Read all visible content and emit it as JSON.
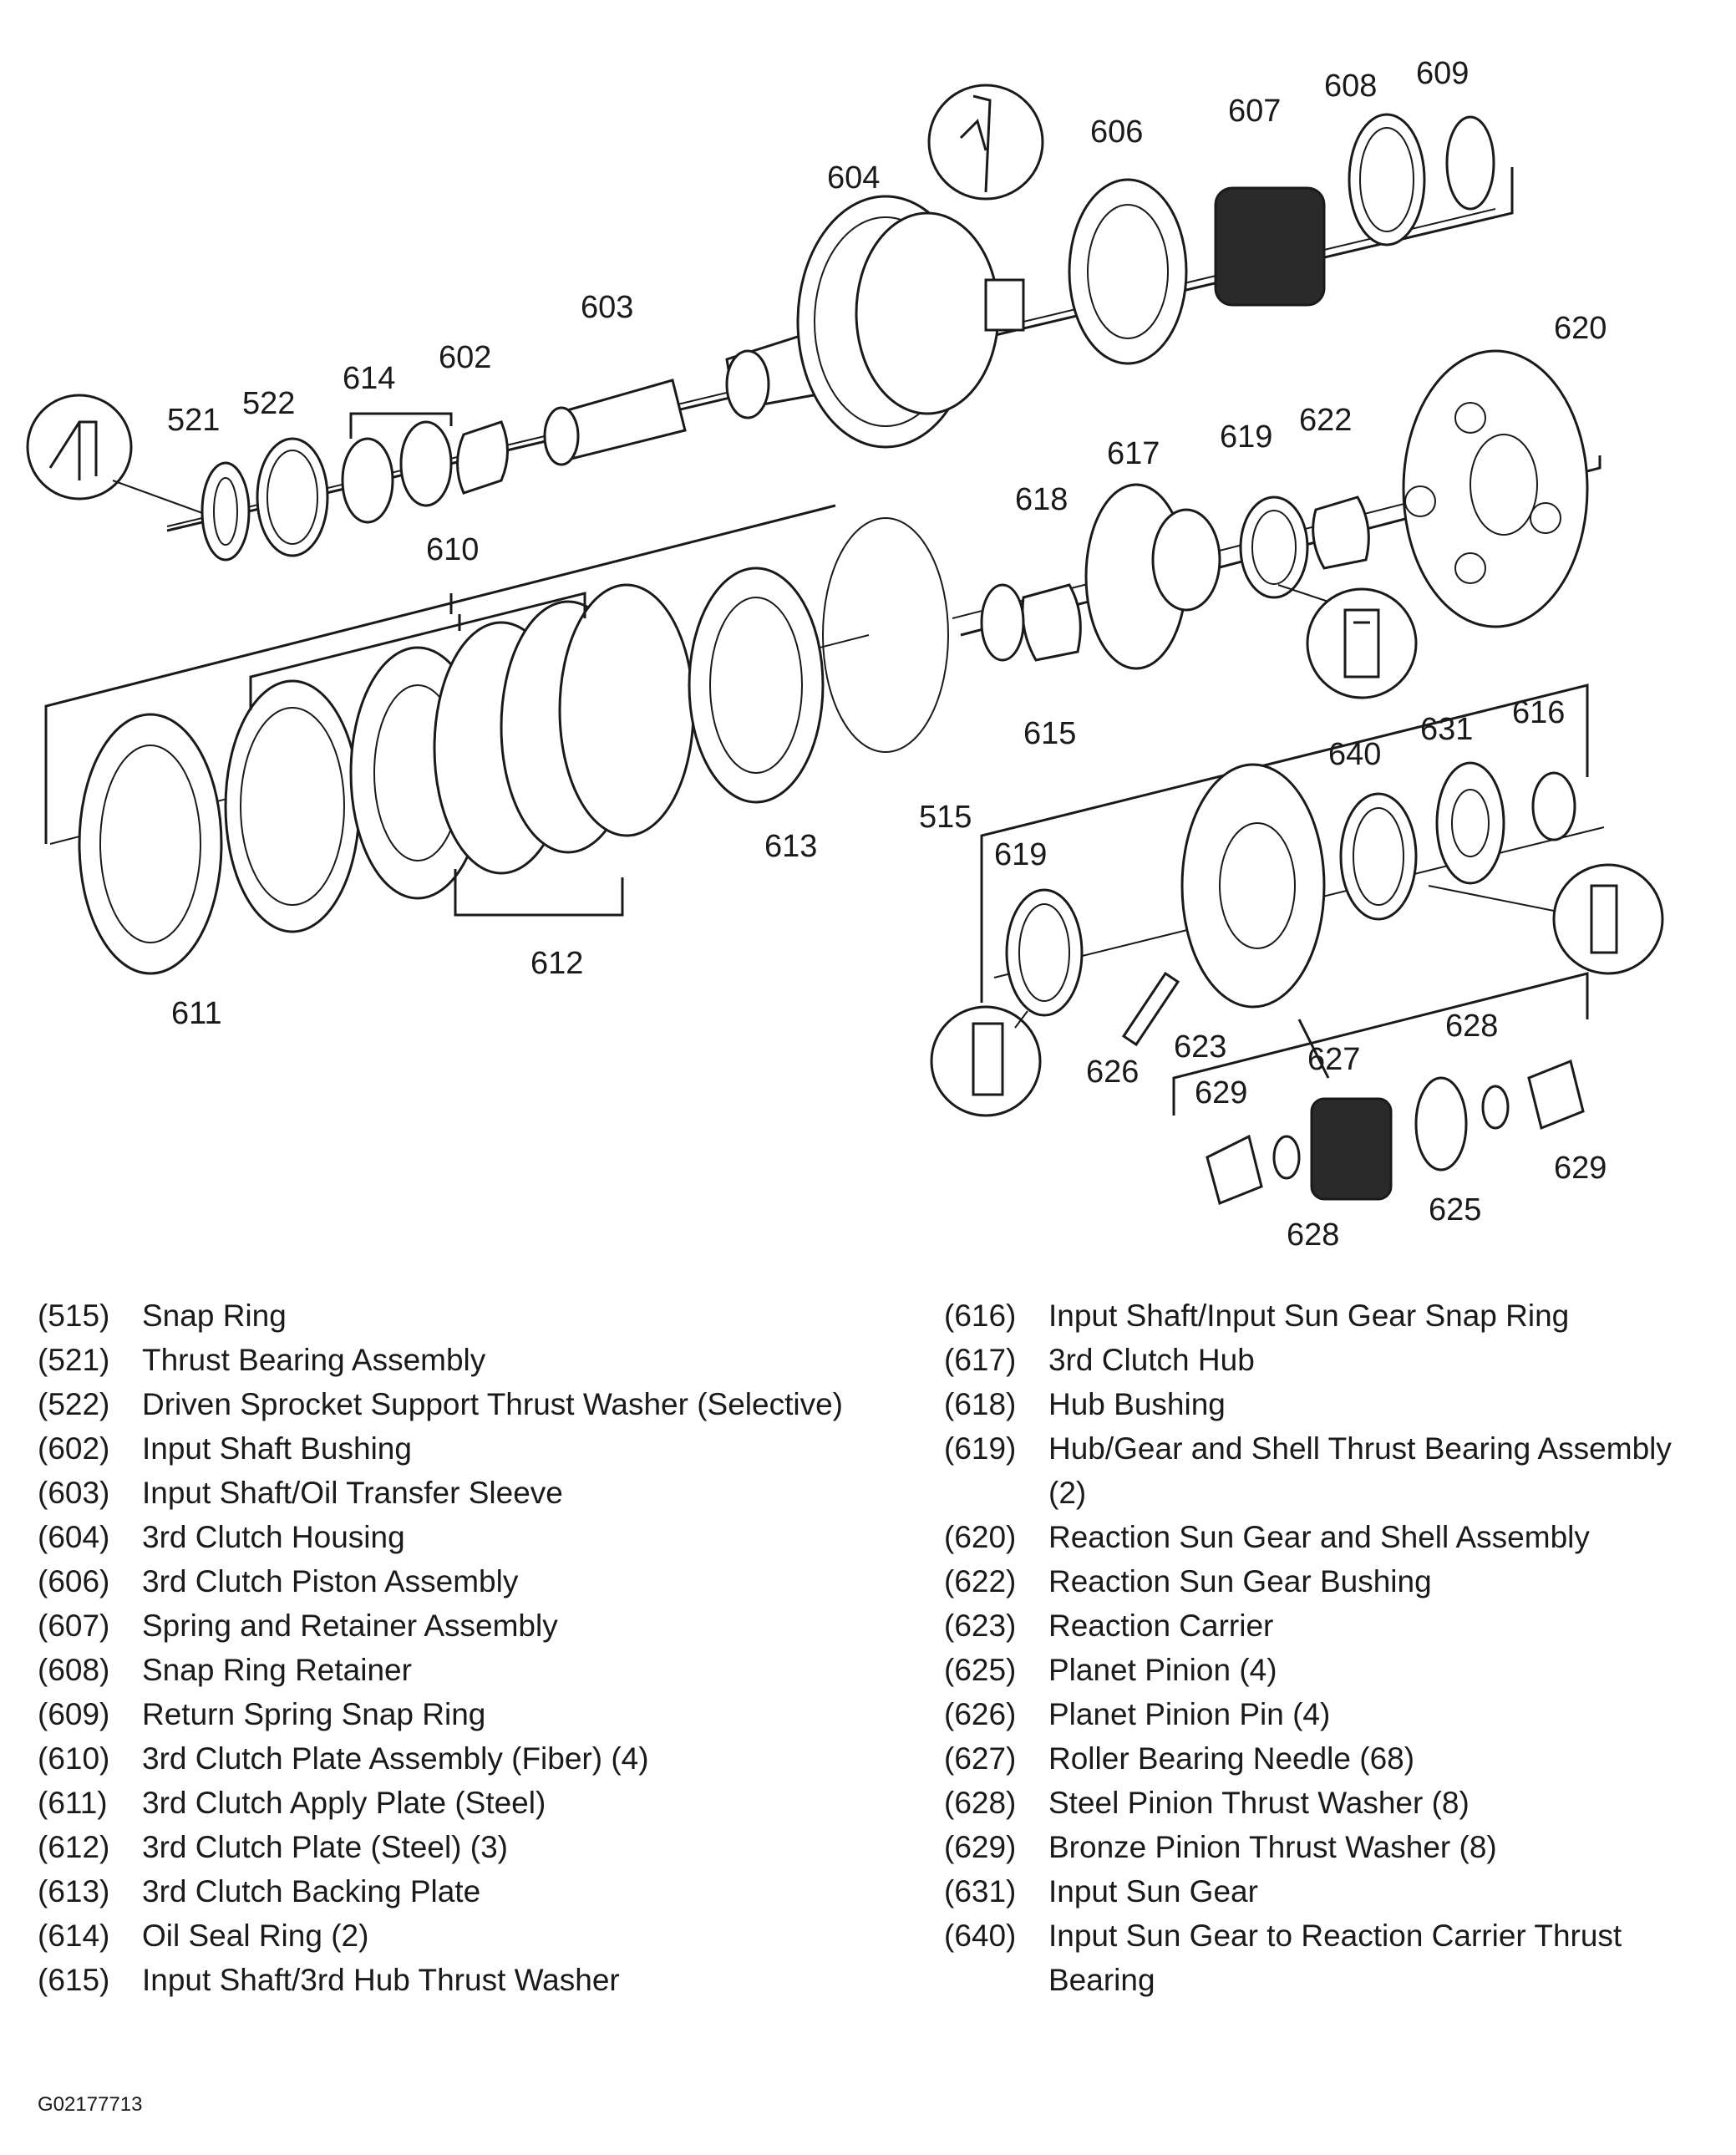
{
  "callouts": [
    "604",
    "606",
    "607",
    "608",
    "609",
    "603",
    "602",
    "614",
    "522",
    "521",
    "620",
    "617",
    "619",
    "622",
    "618",
    "610",
    "615",
    "515",
    "613",
    "611",
    "612",
    "640",
    "631",
    "616",
    "619",
    "623",
    "626",
    "627",
    "628",
    "629",
    "628",
    "625",
    "629"
  ],
  "legend_left": [
    {
      "code": "(515)",
      "desc": "Snap Ring"
    },
    {
      "code": "(521)",
      "desc": "Thrust Bearing Assembly"
    },
    {
      "code": "(522)",
      "desc": "Driven Sprocket Support Thrust Washer (Selective)"
    },
    {
      "code": "(602)",
      "desc": "Input Shaft Bushing"
    },
    {
      "code": "(603)",
      "desc": "Input Shaft/Oil Transfer Sleeve"
    },
    {
      "code": "(604)",
      "desc": "3rd Clutch Housing"
    },
    {
      "code": "(606)",
      "desc": "3rd Clutch Piston Assembly"
    },
    {
      "code": "(607)",
      "desc": "Spring and Retainer Assembly"
    },
    {
      "code": "(608)",
      "desc": "Snap Ring Retainer"
    },
    {
      "code": "(609)",
      "desc": "Return Spring Snap Ring"
    },
    {
      "code": "(610)",
      "desc": "3rd Clutch Plate Assembly (Fiber) (4)"
    },
    {
      "code": "(611)",
      "desc": "3rd Clutch Apply Plate (Steel)"
    },
    {
      "code": "(612)",
      "desc": "3rd Clutch Plate (Steel) (3)"
    },
    {
      "code": "(613)",
      "desc": "3rd Clutch Backing Plate"
    },
    {
      "code": "(614)",
      "desc": "Oil Seal Ring (2)"
    },
    {
      "code": "(615)",
      "desc": "Input Shaft/3rd Hub Thrust Washer"
    }
  ],
  "legend_right": [
    {
      "code": "(616)",
      "desc": "Input Shaft/Input Sun Gear Snap Ring"
    },
    {
      "code": "(617)",
      "desc": "3rd Clutch Hub"
    },
    {
      "code": "(618)",
      "desc": "Hub Bushing"
    },
    {
      "code": "(619)",
      "desc": "Hub/Gear and Shell Thrust Bearing Assembly (2)"
    },
    {
      "code": "(620)",
      "desc": "Reaction Sun Gear and Shell Assembly"
    },
    {
      "code": "(622)",
      "desc": "Reaction Sun Gear Bushing"
    },
    {
      "code": "(623)",
      "desc": "Reaction Carrier"
    },
    {
      "code": "(625)",
      "desc": "Planet Pinion (4)"
    },
    {
      "code": "(626)",
      "desc": "Planet Pinion Pin (4)"
    },
    {
      "code": "(627)",
      "desc": "Roller Bearing Needle (68)"
    },
    {
      "code": "(628)",
      "desc": "Steel Pinion Thrust Washer (8)"
    },
    {
      "code": "(629)",
      "desc": "Bronze Pinion Thrust Washer (8)"
    },
    {
      "code": "(631)",
      "desc": "Input Sun Gear"
    },
    {
      "code": "(640)",
      "desc": "Input Sun Gear to Reaction Carrier Thrust Bearing"
    }
  ],
  "figure_id": "G02177713"
}
